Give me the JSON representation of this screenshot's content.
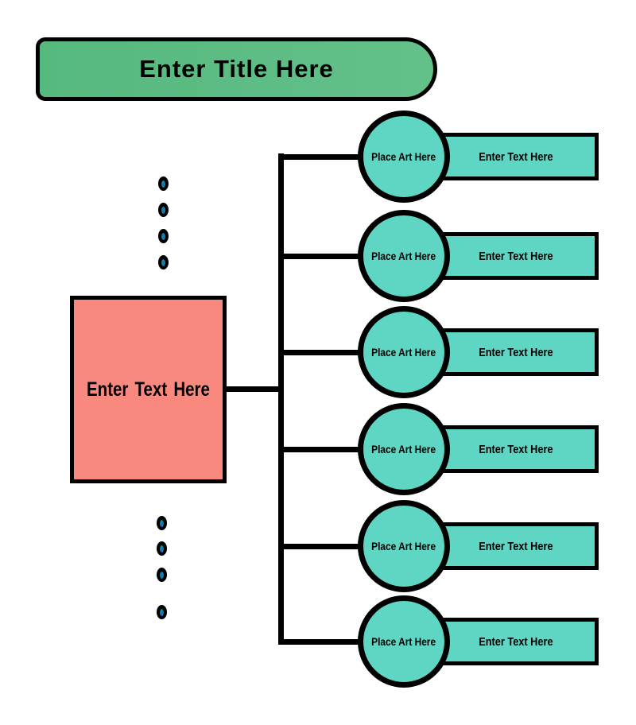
{
  "diagram": {
    "title": "Enter Title Here",
    "center": {
      "label": "Enter Text Here"
    },
    "rows": [
      {
        "art_label": "Place Art Here",
        "text_label": "Enter Text Here"
      },
      {
        "art_label": "Place Art Here",
        "text_label": "Enter Text Here"
      },
      {
        "art_label": "Place Art Here",
        "text_label": "Enter Text Here"
      },
      {
        "art_label": "Place Art Here",
        "text_label": "Enter Text Here"
      },
      {
        "art_label": "Place Art Here",
        "text_label": "Enter Text Here"
      },
      {
        "art_label": "Place Art Here",
        "text_label": "Enter Text Here"
      }
    ],
    "ellipsis": {
      "top_dot_count": 4,
      "bottom_dot_count": 4
    }
  },
  "colors": {
    "title_banner_green": "#5CBD84",
    "node_teal": "#5FD6C3",
    "center_box_salmon": "#F9897F",
    "dot_blue_fill": "#157BA8",
    "outline_black": "#000000"
  }
}
